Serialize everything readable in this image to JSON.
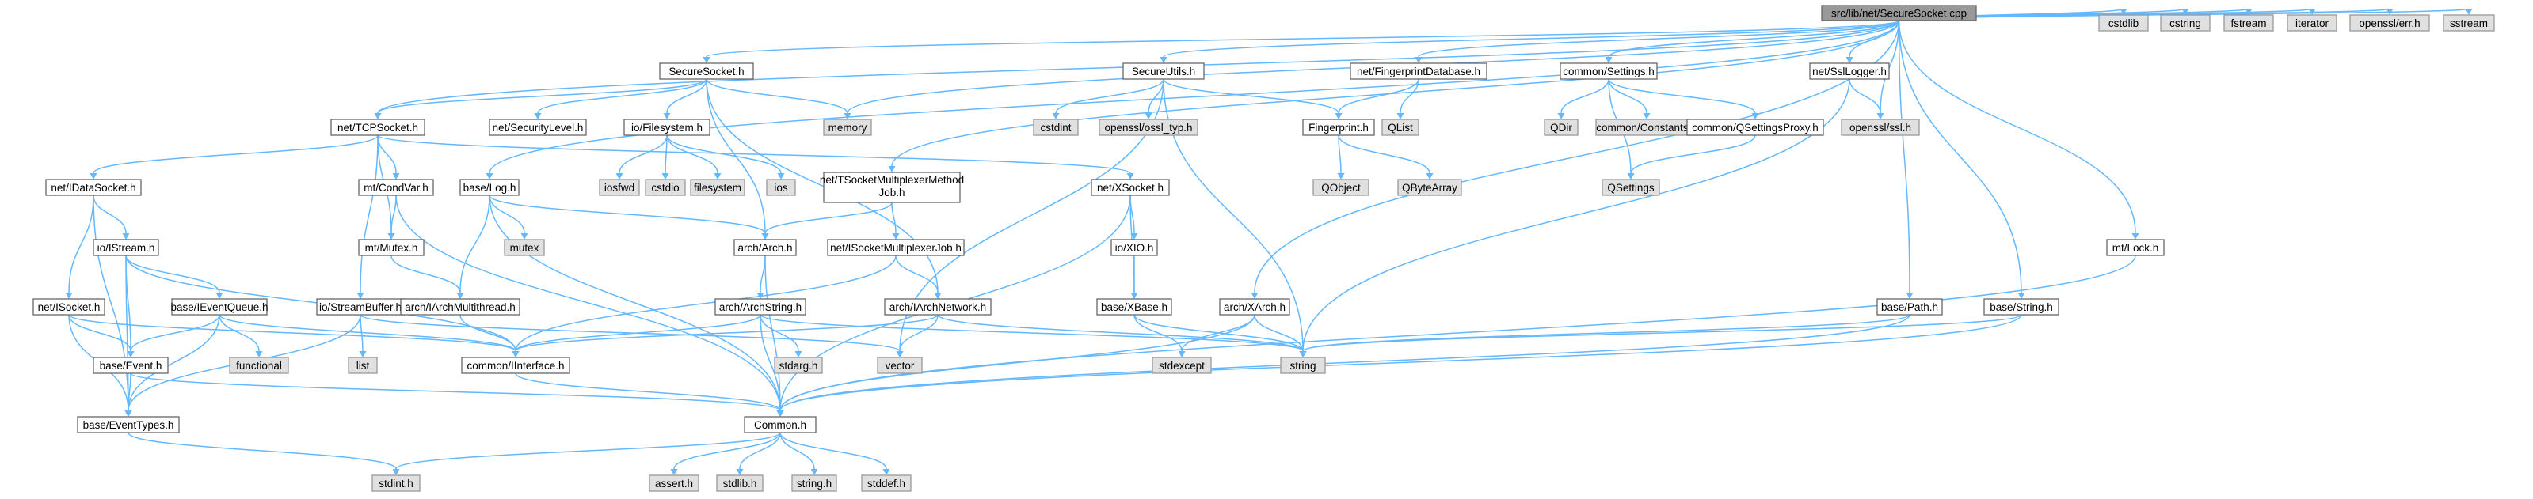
{
  "diagram": {
    "colors": {
      "edge": "#63b8ff",
      "box_fill": "#ffffff",
      "box_stroke": "#666666",
      "external_fill": "#e0e0e0",
      "external_stroke": "#999999",
      "root_fill": "#999999",
      "root_stroke": "#666666"
    },
    "nodes": [
      {
        "id": "root",
        "label": "src/lib/net/SecureSocket.cpp",
        "kind": "root"
      },
      {
        "id": "securesocket_h",
        "label": "SecureSocket.h",
        "kind": "file"
      },
      {
        "id": "tcpsocket_h",
        "label": "net/TCPSocket.h",
        "kind": "file"
      },
      {
        "id": "securitylevel_h",
        "label": "net/SecurityLevel.h",
        "kind": "file"
      },
      {
        "id": "filesystem_h",
        "label": "io/Filesystem.h",
        "kind": "file"
      },
      {
        "id": "memory",
        "label": "memory",
        "kind": "external"
      },
      {
        "id": "secureutils_h",
        "label": "SecureUtils.h",
        "kind": "file"
      },
      {
        "id": "cstdint",
        "label": "cstdint",
        "kind": "external"
      },
      {
        "id": "openssl_ossl_typ",
        "label": "openssl/ossl_typ.h",
        "kind": "external"
      },
      {
        "id": "fingerprintdb_h",
        "label": "net/FingerprintDatabase.h",
        "kind": "file"
      },
      {
        "id": "fingerprint_h",
        "label": "Fingerprint.h",
        "kind": "file"
      },
      {
        "id": "qlist",
        "label": "QList",
        "kind": "external"
      },
      {
        "id": "settings_h",
        "label": "common/Settings.h",
        "kind": "file"
      },
      {
        "id": "qdir",
        "label": "QDir",
        "kind": "external"
      },
      {
        "id": "constants_h",
        "label": "common/Constants.h",
        "kind": "external"
      },
      {
        "id": "qsettingsproxy_h",
        "label": "common/QSettingsProxy.h",
        "kind": "file"
      },
      {
        "id": "ssllogger_h",
        "label": "net/SslLogger.h",
        "kind": "file"
      },
      {
        "id": "openssl_ssl",
        "label": "openssl/ssl.h",
        "kind": "external"
      },
      {
        "id": "cstdlib",
        "label": "cstdlib",
        "kind": "external"
      },
      {
        "id": "cstring",
        "label": "cstring",
        "kind": "external"
      },
      {
        "id": "fstream",
        "label": "fstream",
        "kind": "external"
      },
      {
        "id": "iterator",
        "label": "iterator",
        "kind": "external"
      },
      {
        "id": "openssl_err",
        "label": "openssl/err.h",
        "kind": "external"
      },
      {
        "id": "sstream",
        "label": "sstream",
        "kind": "external"
      },
      {
        "id": "idatasocket_h",
        "label": "net/IDataSocket.h",
        "kind": "file"
      },
      {
        "id": "condvar_h",
        "label": "mt/CondVar.h",
        "kind": "file"
      },
      {
        "id": "log_h",
        "label": "base/Log.h",
        "kind": "file"
      },
      {
        "id": "iosfwd",
        "label": "iosfwd",
        "kind": "external"
      },
      {
        "id": "cstdio",
        "label": "cstdio",
        "kind": "external"
      },
      {
        "id": "filesystem",
        "label": "filesystem",
        "kind": "external"
      },
      {
        "id": "ios",
        "label": "ios",
        "kind": "external"
      },
      {
        "id": "tsocketmux_h",
        "label": "net/TSocketMultiplexerMethod Job.h",
        "kind": "file",
        "multiline": true,
        "lines": [
          "net/TSocketMultiplexerMethod",
          "Job.h"
        ]
      },
      {
        "id": "xsocket_h",
        "label": "net/XSocket.h",
        "kind": "file"
      },
      {
        "id": "qobject",
        "label": "QObject",
        "kind": "external"
      },
      {
        "id": "qbytearray",
        "label": "QByteArray",
        "kind": "external"
      },
      {
        "id": "qsettings",
        "label": "QSettings",
        "kind": "external"
      },
      {
        "id": "istream_h",
        "label": "io/IStream.h",
        "kind": "file"
      },
      {
        "id": "mutex_h",
        "label": "mt/Mutex.h",
        "kind": "file"
      },
      {
        "id": "mutex",
        "label": "mutex",
        "kind": "external"
      },
      {
        "id": "arch_h",
        "label": "arch/Arch.h",
        "kind": "file"
      },
      {
        "id": "isocketmuxjob_h",
        "label": "net/ISocketMultiplexerJob.h",
        "kind": "file"
      },
      {
        "id": "xio_h",
        "label": "io/XIO.h",
        "kind": "file"
      },
      {
        "id": "isocket_h",
        "label": "net/ISocket.h",
        "kind": "file"
      },
      {
        "id": "ieventqueue_h",
        "label": "base/IEventQueue.h",
        "kind": "file"
      },
      {
        "id": "streambuffer_h",
        "label": "io/StreamBuffer.h",
        "kind": "file"
      },
      {
        "id": "iarchmt_h",
        "label": "arch/IArchMultithread.h",
        "kind": "file"
      },
      {
        "id": "archstring_h",
        "label": "arch/ArchString.h",
        "kind": "file"
      },
      {
        "id": "iarchnetwork_h",
        "label": "arch/IArchNetwork.h",
        "kind": "file"
      },
      {
        "id": "xbase_h",
        "label": "base/XBase.h",
        "kind": "file"
      },
      {
        "id": "xarch_h",
        "label": "arch/XArch.h",
        "kind": "file"
      },
      {
        "id": "path_h",
        "label": "base/Path.h",
        "kind": "file"
      },
      {
        "id": "string_h2",
        "label": "base/String.h",
        "kind": "file"
      },
      {
        "id": "lock_h",
        "label": "mt/Lock.h",
        "kind": "file"
      },
      {
        "id": "functional",
        "label": "functional",
        "kind": "external"
      },
      {
        "id": "list",
        "label": "list",
        "kind": "external"
      },
      {
        "id": "event_h",
        "label": "base/Event.h",
        "kind": "file"
      },
      {
        "id": "iinterface_h",
        "label": "common/IInterface.h",
        "kind": "file"
      },
      {
        "id": "stdarg",
        "label": "stdarg.h",
        "kind": "external"
      },
      {
        "id": "vector",
        "label": "vector",
        "kind": "external"
      },
      {
        "id": "stdexcept",
        "label": "stdexcept",
        "kind": "external"
      },
      {
        "id": "string",
        "label": "string",
        "kind": "external"
      },
      {
        "id": "eventtypes_h",
        "label": "base/EventTypes.h",
        "kind": "file"
      },
      {
        "id": "common_h",
        "label": "Common.h",
        "kind": "file"
      },
      {
        "id": "stdint",
        "label": "stdint.h",
        "kind": "external"
      },
      {
        "id": "assert",
        "label": "assert.h",
        "kind": "external"
      },
      {
        "id": "stdlib",
        "label": "stdlib.h",
        "kind": "external"
      },
      {
        "id": "cstring_h",
        "label": "string.h",
        "kind": "external"
      },
      {
        "id": "stddef",
        "label": "stddef.h",
        "kind": "external"
      }
    ],
    "edges": [
      [
        "root",
        "securesocket_h"
      ],
      [
        "root",
        "tcpsocket_h"
      ],
      [
        "root",
        "log_h"
      ],
      [
        "root",
        "memory"
      ],
      [
        "root",
        "tsocketmux_h"
      ],
      [
        "root",
        "secureutils_h"
      ],
      [
        "root",
        "xarch_h"
      ],
      [
        "root",
        "fingerprintdb_h"
      ],
      [
        "root",
        "settings_h"
      ],
      [
        "root",
        "ssllogger_h"
      ],
      [
        "root",
        "openssl_ssl"
      ],
      [
        "root",
        "path_h"
      ],
      [
        "root",
        "string_h2"
      ],
      [
        "root",
        "lock_h"
      ],
      [
        "root",
        "cstdlib"
      ],
      [
        "root",
        "cstring"
      ],
      [
        "root",
        "fstream"
      ],
      [
        "root",
        "iterator"
      ],
      [
        "root",
        "openssl_err"
      ],
      [
        "root",
        "sstream"
      ],
      [
        "securesocket_h",
        "tcpsocket_h"
      ],
      [
        "securesocket_h",
        "securitylevel_h"
      ],
      [
        "securesocket_h",
        "filesystem_h"
      ],
      [
        "securesocket_h",
        "memory"
      ],
      [
        "securesocket_h",
        "arch_h"
      ],
      [
        "securesocket_h",
        "iarchnetwork_h"
      ],
      [
        "tcpsocket_h",
        "idatasocket_h"
      ],
      [
        "tcpsocket_h",
        "condvar_h"
      ],
      [
        "tcpsocket_h",
        "mutex_h"
      ],
      [
        "tcpsocket_h",
        "streambuffer_h"
      ],
      [
        "tcpsocket_h",
        "xsocket_h"
      ],
      [
        "filesystem_h",
        "iosfwd"
      ],
      [
        "filesystem_h",
        "cstdio"
      ],
      [
        "filesystem_h",
        "filesystem"
      ],
      [
        "filesystem_h",
        "ios"
      ],
      [
        "secureutils_h",
        "fingerprint_h"
      ],
      [
        "secureutils_h",
        "cstdint"
      ],
      [
        "secureutils_h",
        "openssl_ossl_typ"
      ],
      [
        "secureutils_h",
        "string"
      ],
      [
        "secureutils_h",
        "vector"
      ],
      [
        "fingerprintdb_h",
        "fingerprint_h"
      ],
      [
        "fingerprintdb_h",
        "qlist"
      ],
      [
        "fingerprint_h",
        "qobject"
      ],
      [
        "fingerprint_h",
        "qbytearray"
      ],
      [
        "settings_h",
        "qdir"
      ],
      [
        "settings_h",
        "constants_h"
      ],
      [
        "settings_h",
        "qsettingsproxy_h"
      ],
      [
        "settings_h",
        "qsettings"
      ],
      [
        "qsettingsproxy_h",
        "qsettings"
      ],
      [
        "ssllogger_h",
        "openssl_ssl"
      ],
      [
        "ssllogger_h",
        "string"
      ],
      [
        "idatasocket_h",
        "istream_h"
      ],
      [
        "idatasocket_h",
        "isocket_h"
      ],
      [
        "idatasocket_h",
        "eventtypes_h"
      ],
      [
        "condvar_h",
        "mutex_h"
      ],
      [
        "condvar_h",
        "common_h"
      ],
      [
        "log_h",
        "mutex"
      ],
      [
        "log_h",
        "arch_h"
      ],
      [
        "log_h",
        "iarchmt_h"
      ],
      [
        "log_h",
        "common_h"
      ],
      [
        "tsocketmux_h",
        "arch_h"
      ],
      [
        "tsocketmux_h",
        "isocketmuxjob_h"
      ],
      [
        "xsocket_h",
        "xio_h"
      ],
      [
        "xsocket_h",
        "xbase_h"
      ],
      [
        "xsocket_h",
        "common_h"
      ],
      [
        "istream_h",
        "ieventqueue_h"
      ],
      [
        "istream_h",
        "event_h"
      ],
      [
        "istream_h",
        "iinterface_h"
      ],
      [
        "istream_h",
        "eventtypes_h"
      ],
      [
        "mutex_h",
        "iarchmt_h"
      ],
      [
        "arch_h",
        "archstring_h"
      ],
      [
        "arch_h",
        "common_h"
      ],
      [
        "isocketmuxjob_h",
        "iarchnetwork_h"
      ],
      [
        "isocketmuxjob_h",
        "iinterface_h"
      ],
      [
        "xio_h",
        "xbase_h"
      ],
      [
        "isocket_h",
        "event_h"
      ],
      [
        "isocket_h",
        "eventtypes_h"
      ],
      [
        "isocket_h",
        "iinterface_h"
      ],
      [
        "ieventqueue_h",
        "functional"
      ],
      [
        "ieventqueue_h",
        "event_h"
      ],
      [
        "ieventqueue_h",
        "eventtypes_h"
      ],
      [
        "ieventqueue_h",
        "iinterface_h"
      ],
      [
        "streambuffer_h",
        "list"
      ],
      [
        "streambuffer_h",
        "eventtypes_h"
      ],
      [
        "streambuffer_h",
        "vector"
      ],
      [
        "iarchmt_h",
        "iinterface_h"
      ],
      [
        "archstring_h",
        "stdarg"
      ],
      [
        "archstring_h",
        "common_h"
      ],
      [
        "archstring_h",
        "iinterface_h"
      ],
      [
        "archstring_h",
        "string"
      ],
      [
        "iarchnetwork_h",
        "iinterface_h"
      ],
      [
        "iarchnetwork_h",
        "string"
      ],
      [
        "iarchnetwork_h",
        "vector"
      ],
      [
        "xbase_h",
        "stdexcept"
      ],
      [
        "xbase_h",
        "string"
      ],
      [
        "xarch_h",
        "stdexcept"
      ],
      [
        "xarch_h",
        "string"
      ],
      [
        "xarch_h",
        "common_h"
      ],
      [
        "path_h",
        "string"
      ],
      [
        "path_h",
        "common_h"
      ],
      [
        "string_h2",
        "string"
      ],
      [
        "string_h2",
        "common_h"
      ],
      [
        "lock_h",
        "common_h"
      ],
      [
        "event_h",
        "eventtypes_h"
      ],
      [
        "event_h",
        "common_h"
      ],
      [
        "iinterface_h",
        "common_h"
      ],
      [
        "eventtypes_h",
        "stdint"
      ],
      [
        "common_h",
        "stdint"
      ],
      [
        "common_h",
        "assert"
      ],
      [
        "common_h",
        "stdlib"
      ],
      [
        "common_h",
        "cstring_h"
      ],
      [
        "common_h",
        "stddef"
      ]
    ]
  }
}
